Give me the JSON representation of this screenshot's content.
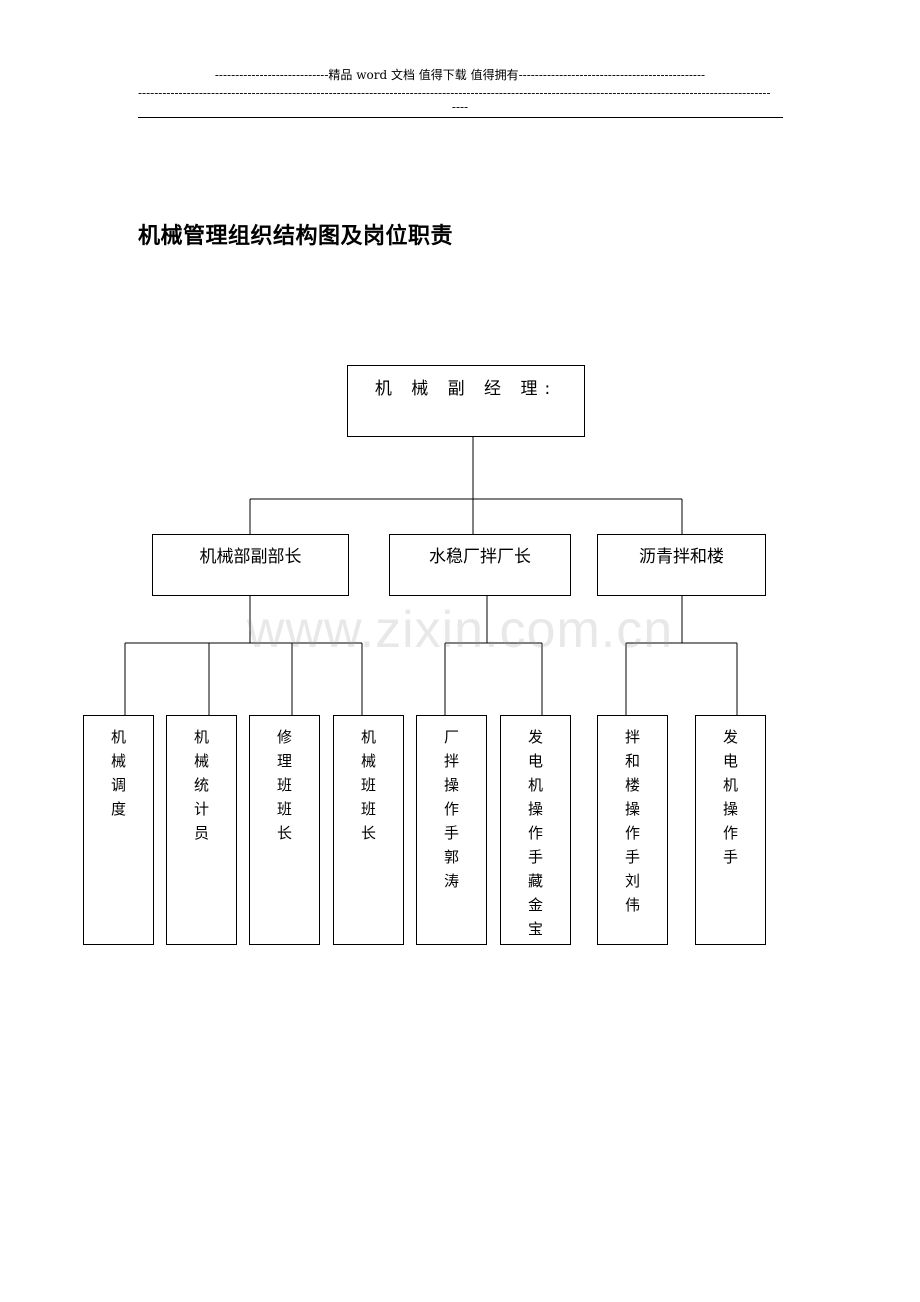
{
  "header": {
    "line1": "----------------------------精品 word 文档  值得下载  值得拥有----------------------------------------------",
    "line2": "------------------------------------------------------------------------------------------------------------------------------------------------------------",
    "line3": "----"
  },
  "title": "机械管理组织结构图及岗位职责",
  "watermark": "www.zixin.com.cn",
  "org_chart": {
    "top": "机 械 副 经 理:",
    "level2": [
      "机械部副部长",
      "水稳厂拌厂长",
      "沥青拌和楼"
    ],
    "leaves": [
      "机械调度",
      "机械统计员",
      "修理班班长",
      "机械班班长",
      "厂拌操作手郭涛",
      "发电机操作手藏金宝",
      "拌和楼操作手刘伟",
      "发电机操作手"
    ]
  }
}
